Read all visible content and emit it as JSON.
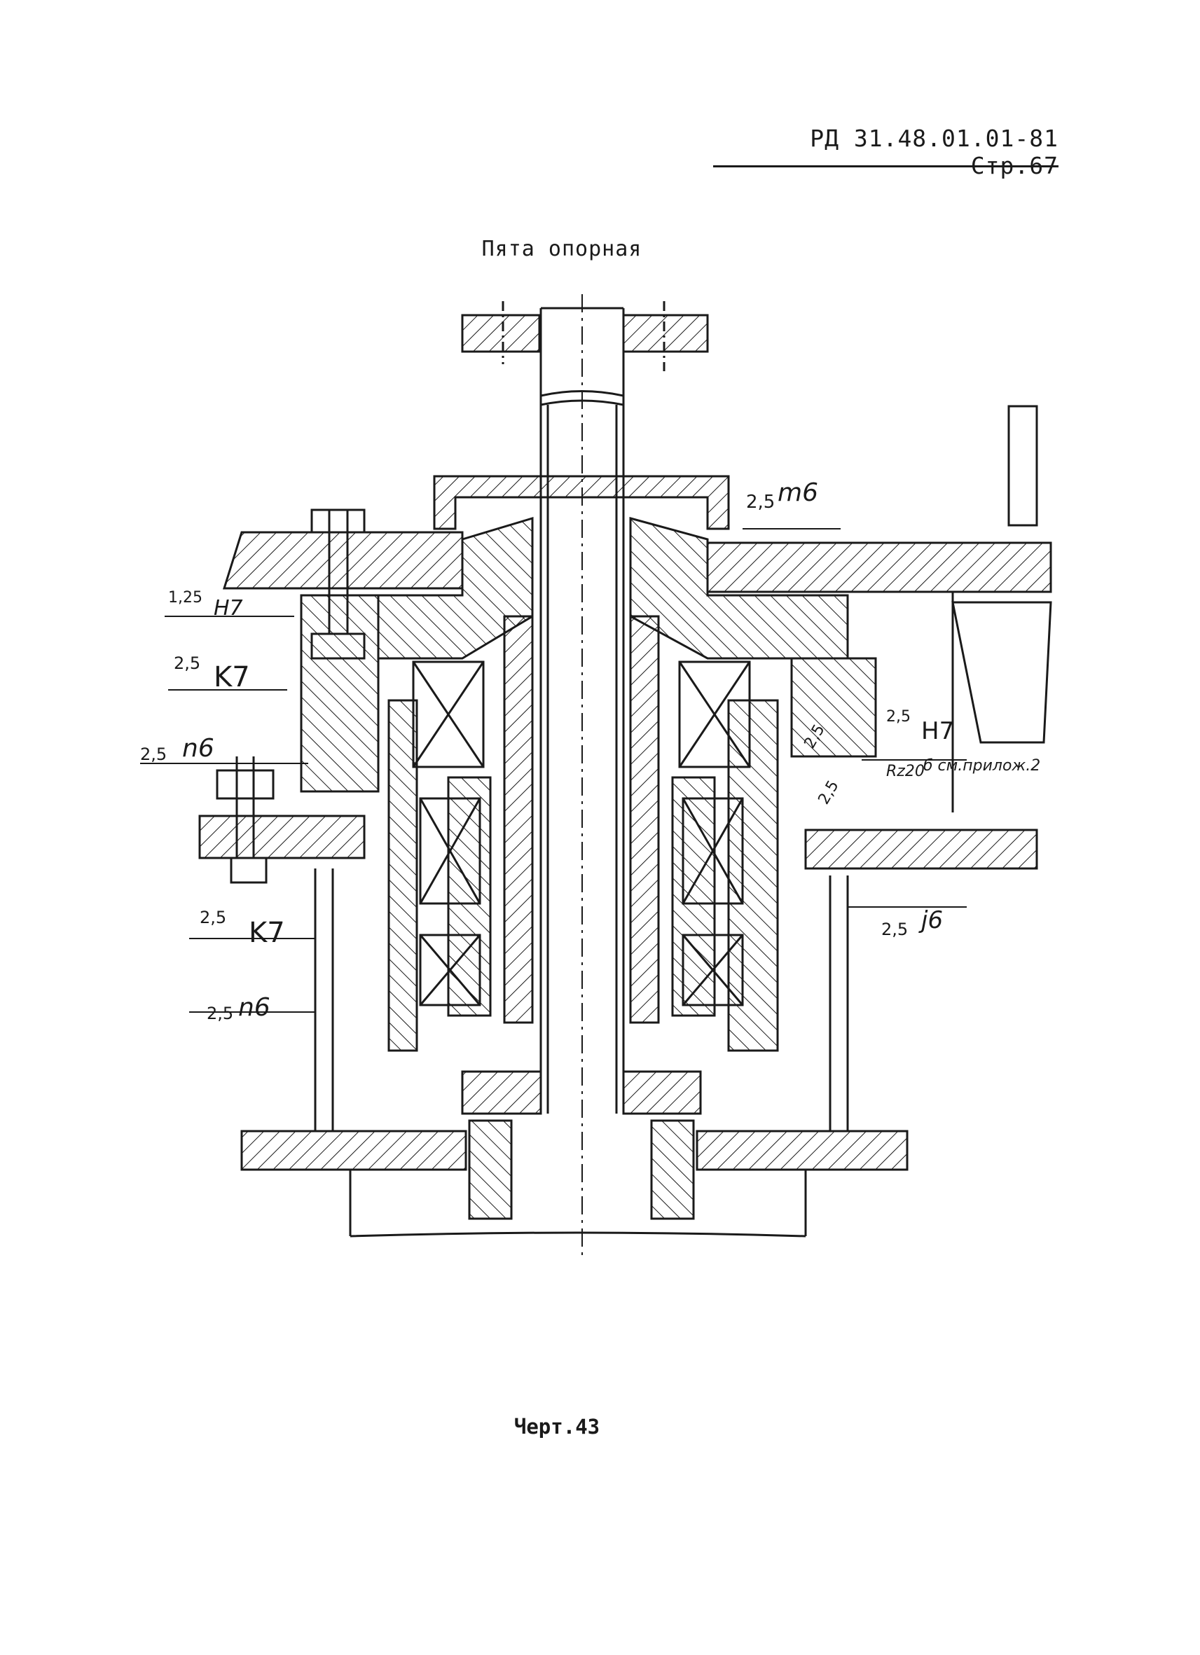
{
  "header": {
    "doc_ref": "РД 31.48.01.01-81 Стр.67"
  },
  "title": "Пята опорная",
  "caption": "Черт.43",
  "annotations": {
    "left": [
      {
        "roughness": "1,25",
        "fit": "H7"
      },
      {
        "roughness": "2,5",
        "fit": "K7"
      },
      {
        "roughness": "2,5",
        "fit": "n6"
      },
      {
        "roughness": "2,5",
        "fit": "K7"
      },
      {
        "roughness": "2,5",
        "fit": "n6"
      }
    ],
    "right": [
      {
        "roughness": "2,5",
        "fit": "m6"
      },
      {
        "roughness": "2,5",
        "fit": "H7"
      },
      {
        "note": "Rz20",
        "ref": "б см.прилож.2"
      },
      {
        "roughness": "2,5",
        "fit": "j6"
      }
    ],
    "chamfer_marks": [
      "2,5",
      "2,5"
    ]
  }
}
